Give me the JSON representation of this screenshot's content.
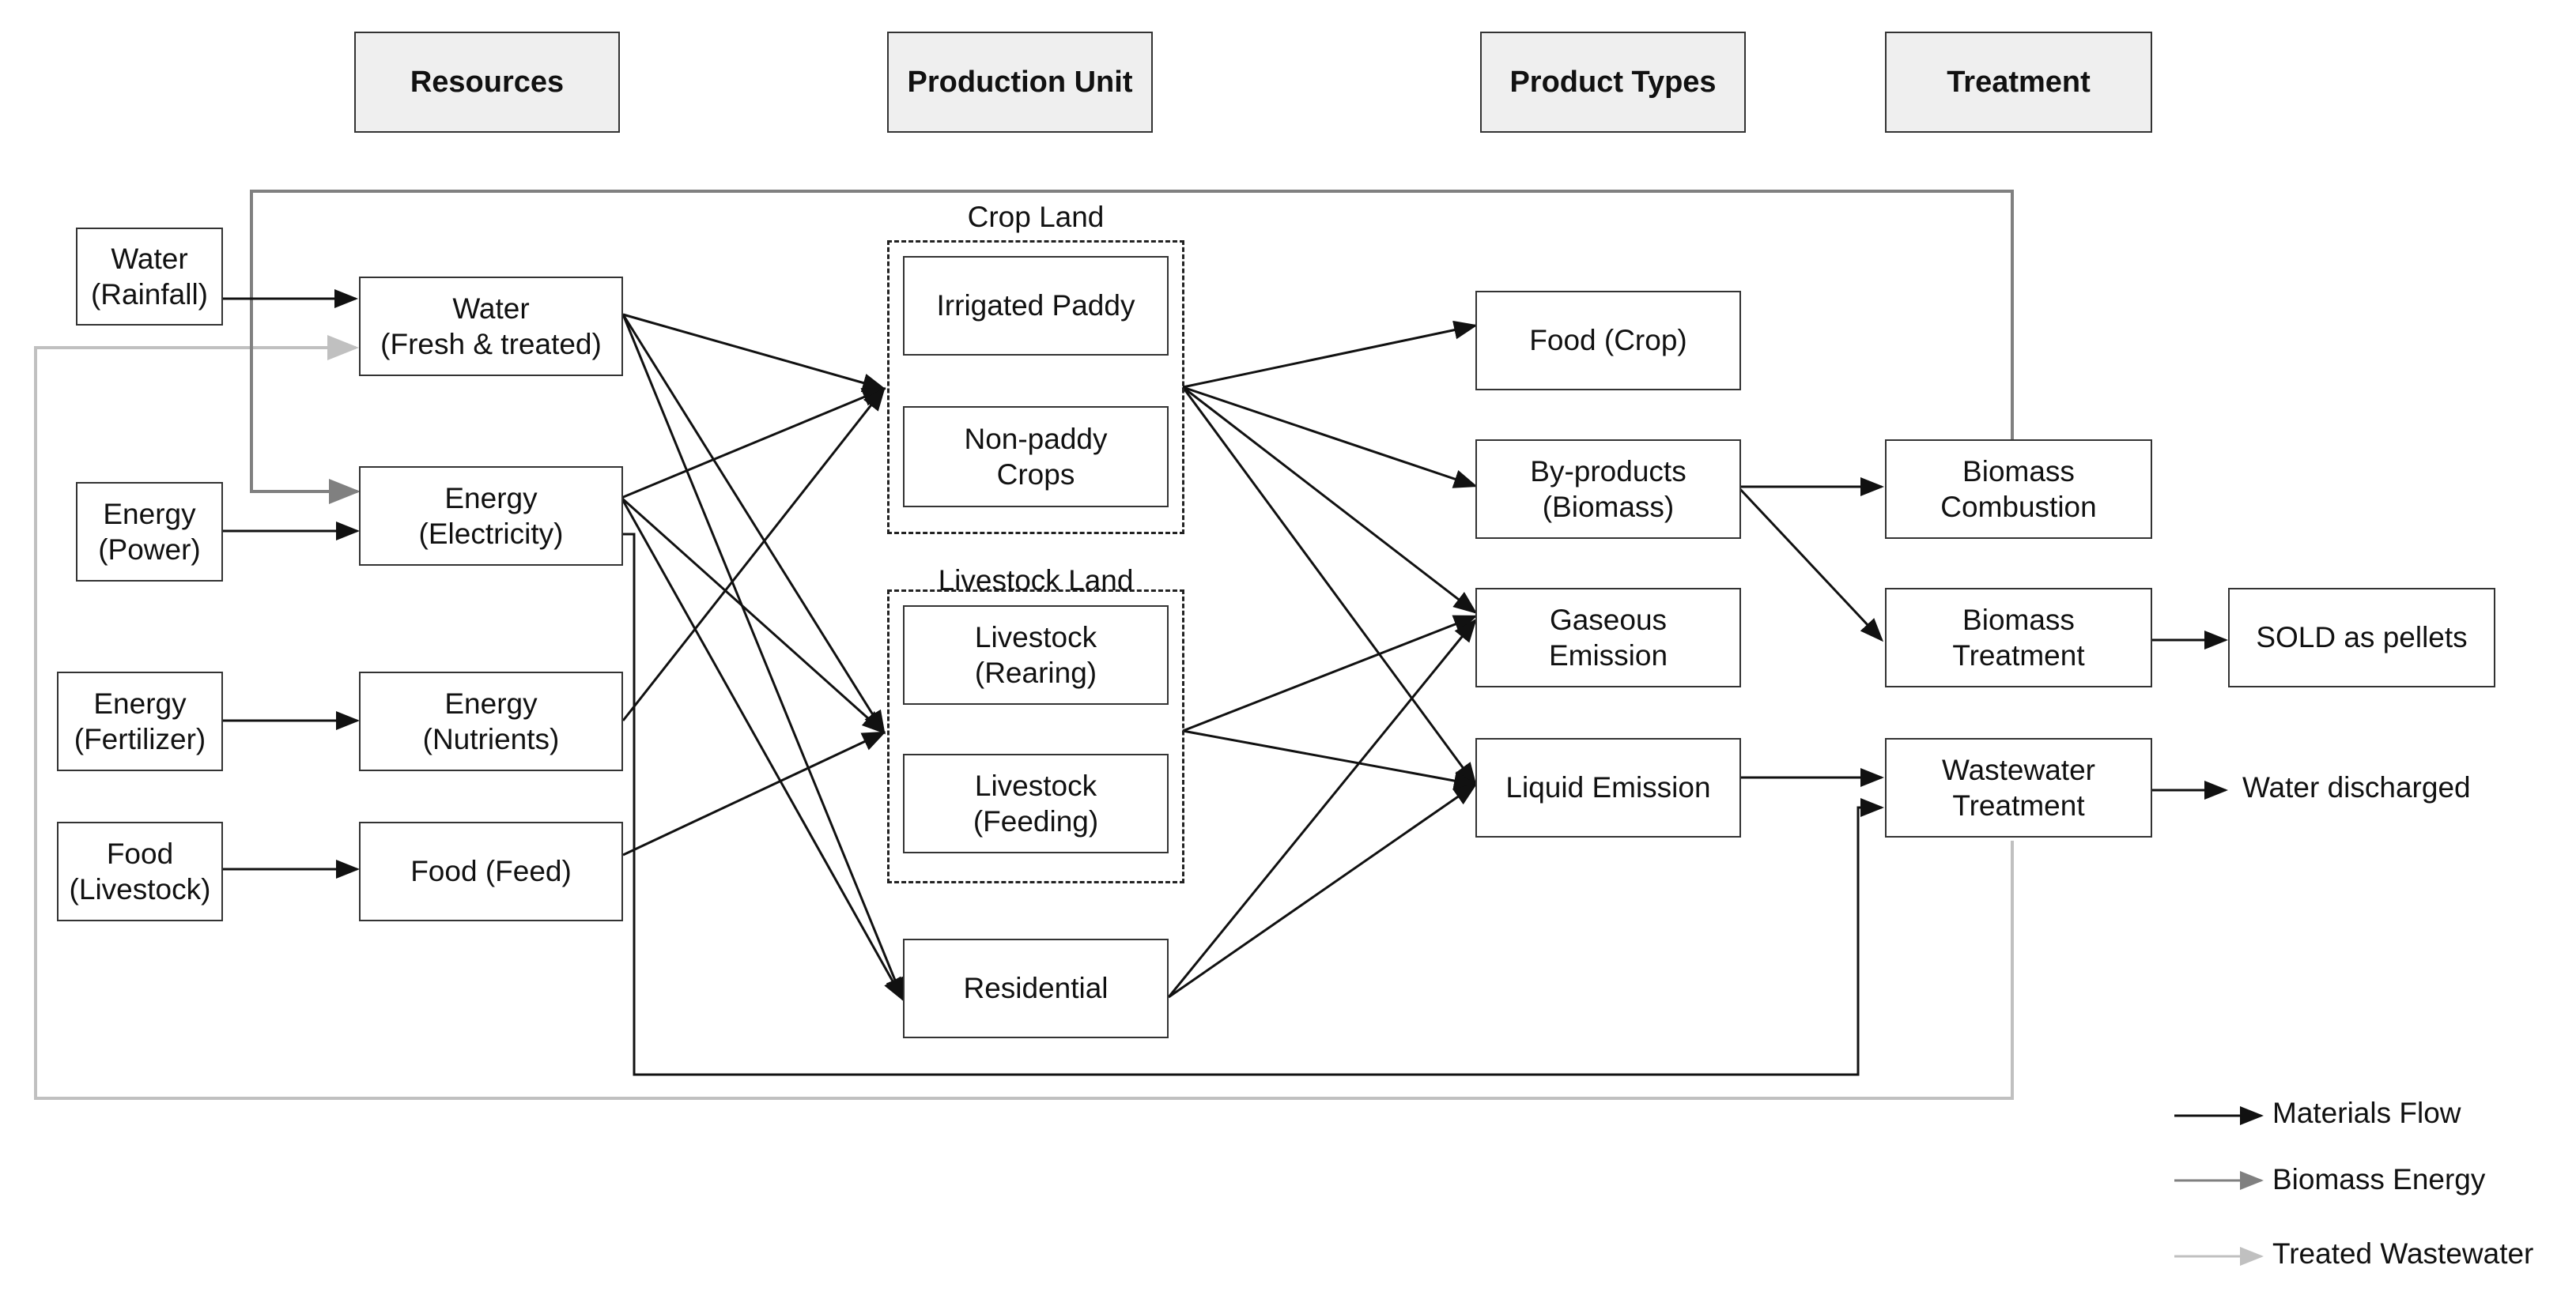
{
  "colors": {
    "materials": "#111111",
    "biomass": "#808080",
    "wastewater": "#c0c0c0",
    "header_bg": "#efefef"
  },
  "headers": {
    "resources": "Resources",
    "production_unit": "Production Unit",
    "product_types": "Product Types",
    "treatment": "Treatment"
  },
  "inputs": {
    "water_rainfall": "Water\n(Rainfall)",
    "energy_power": "Energy\n(Power)",
    "energy_fertilizer": "Energy\n(Fertilizer)",
    "food_livestock": "Food\n(Livestock)"
  },
  "resources": {
    "water": "Water\n(Fresh & treated)",
    "energy_electricity": "Energy\n(Electricity)",
    "energy_nutrients": "Energy\n(Nutrients)",
    "food_feed": "Food (Feed)"
  },
  "groups": {
    "crop_land": "Crop Land",
    "livestock_land": "Livestock Land"
  },
  "production": {
    "irrigated_paddy": "Irrigated Paddy",
    "non_paddy_crops": "Non-paddy\nCrops",
    "livestock_rearing": "Livestock\n(Rearing)",
    "livestock_feeding": "Livestock\n(Feeding)",
    "residential": "Residential"
  },
  "products": {
    "food_crop": "Food (Crop)",
    "by_products": "By-products\n(Biomass)",
    "gaseous_emission": "Gaseous\nEmission",
    "liquid_emission": "Liquid Emission"
  },
  "treatment": {
    "biomass_combustion": "Biomass\nCombustion",
    "biomass_treatment": "Biomass\nTreatment",
    "wastewater_treatment": "Wastewater\nTreatment"
  },
  "outputs": {
    "sold_pellets": "SOLD as pellets",
    "water_discharged": "Water discharged"
  },
  "legend": {
    "materials_flow": "Materials Flow",
    "biomass_energy": "Biomass Energy",
    "treated_wastewater": "Treated Wastewater"
  }
}
